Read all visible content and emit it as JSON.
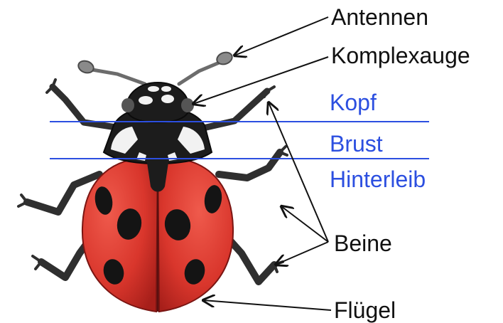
{
  "labels": {
    "antennen": "Antennen",
    "komplexauge": "Komplexauge",
    "kopf": "Kopf",
    "brust": "Brust",
    "hinterleib": "Hinterleib",
    "beine": "Beine",
    "fluegel": "Flügel"
  },
  "colors": {
    "label_text": "#111111",
    "region_text": "#2c4fe0",
    "region_line": "#2c4fe0",
    "shell_red": "#d9362c",
    "shell_dark": "#a71f1a",
    "body_black": "#1c1c1c",
    "leg_gray": "#3b3b3b"
  }
}
